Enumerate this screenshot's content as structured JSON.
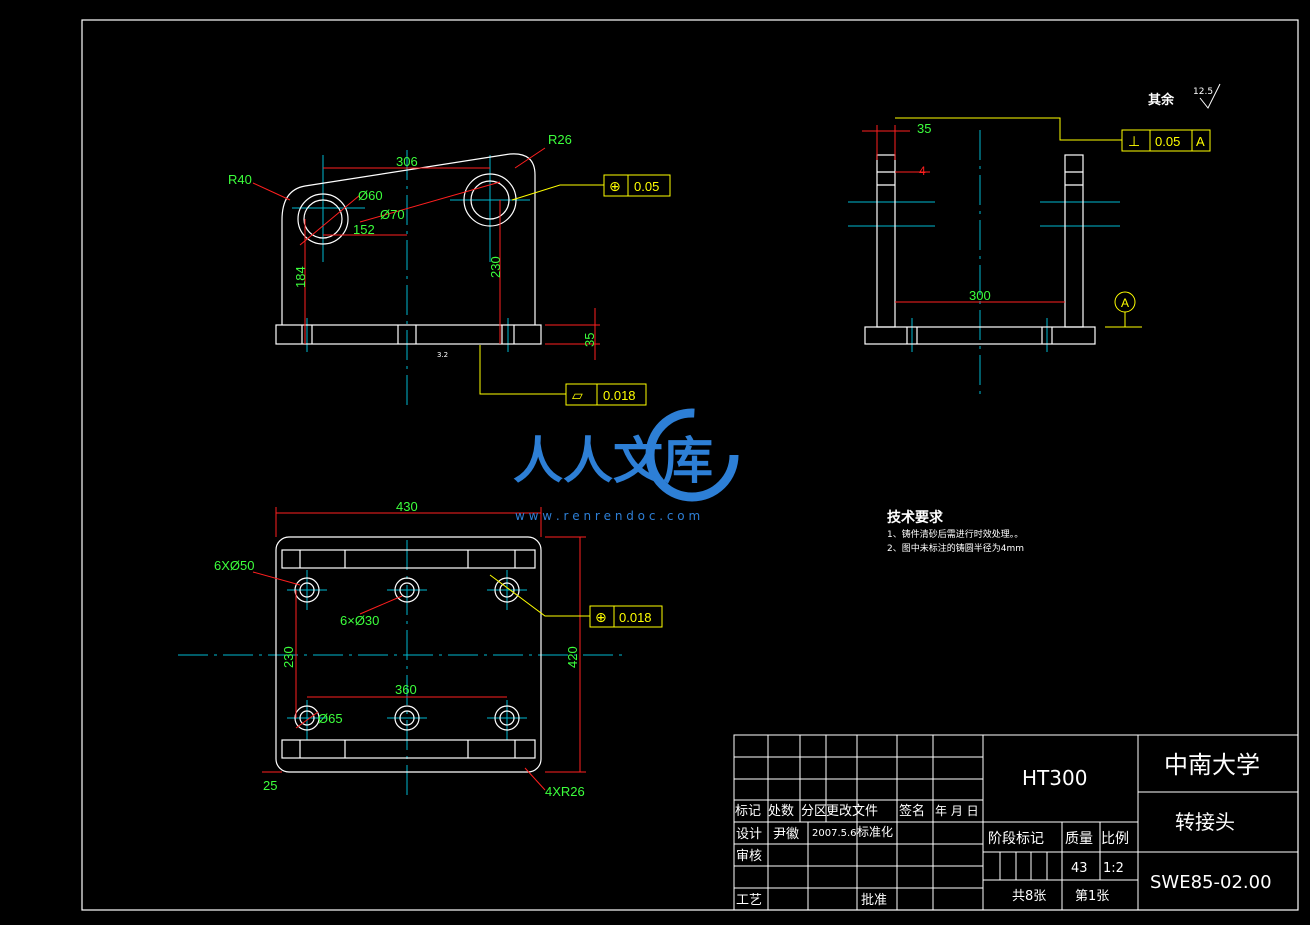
{
  "colors": {
    "background": "#000000",
    "outline": "#ffffff",
    "centerline": "#00b8d0",
    "dimension": "#ff1f1f",
    "dim_text": "#3cff3c",
    "leader": "#ffff00",
    "watermark": "#2d7fd6"
  },
  "front_view": {
    "dim_306": "306",
    "dim_r26": "R26",
    "dim_r40": "R40",
    "dim_d60": "Ø60",
    "dim_d70": "Ø70",
    "dim_152": "152",
    "dim_184": "184",
    "dim_230": "230",
    "dim_35": "35",
    "rough_small": "3.2",
    "tol_symbol": "⊕",
    "tol_value": "0.05",
    "flat_symbol": "▱",
    "flat_value": "0.018"
  },
  "side_view": {
    "dim_35": "35",
    "dim_4": "4",
    "dim_300": "300",
    "datum_label": "A",
    "rough_label": "其余",
    "rough_value": "12.5",
    "par_symbol": "⊥",
    "par_value": "0.05",
    "par_datum": "A"
  },
  "top_view": {
    "dim_430": "430",
    "dim_6x50": "6XØ50",
    "dim_6x30": "6×Ø30",
    "dim_230": "230",
    "dim_420": "420",
    "dim_360": "360",
    "dim_65": "Ø65",
    "dim_25": "25",
    "dim_4xr26": "4XR26",
    "tol_symbol": "⊕",
    "tol_value": "0.018"
  },
  "watermark": {
    "text": "人人文库",
    "url": "w w w . r e n r e n d o c . c o m"
  },
  "tech_requirements": {
    "title": "技术要求",
    "item1": "1、铸件清砂后需进行时效处理。。",
    "item2": "2、图中未标注的铸圆半径为4mm"
  },
  "title_block": {
    "material": "HT300",
    "university": "中南大学",
    "part_name": "转接头",
    "drawing_no": "SWE85-02.00",
    "col_mark": "标记",
    "col_count": "处数",
    "col_zone": "分区",
    "col_change_doc": "更改文件",
    "col_sign": "签名",
    "col_date": "年 月 日",
    "row_design": "设计",
    "designer": "尹徽",
    "design_date": "2007.5.6",
    "standardize": "标准化",
    "row_review": "审核",
    "row_process": "工艺",
    "approve": "批准",
    "stage_mark": "阶段标记",
    "mass_label": "质量",
    "scale_label": "比例",
    "mass": "43",
    "scale": "1:2",
    "total_sheets": "共8张",
    "sheet_no": "第1张"
  }
}
